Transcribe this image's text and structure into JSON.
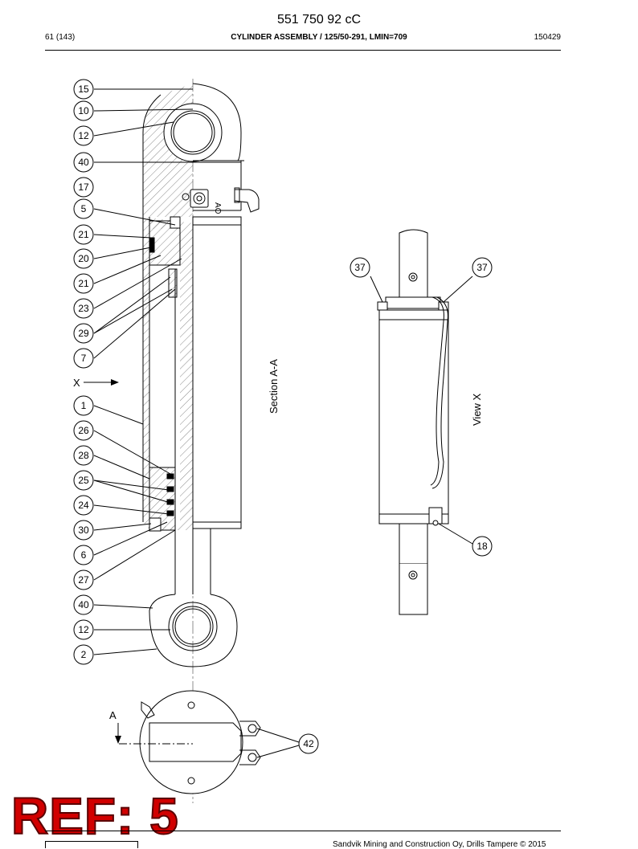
{
  "header": {
    "doc_number": "551 750 92 cC",
    "page": "61 (143)",
    "title": "CYLINDER ASSEMBLY / 125/50-291, LMIN=709",
    "date": "150429"
  },
  "drawing": {
    "section_label": "Section A-A",
    "view_label": "View X",
    "x_marker": "X",
    "a_marker": "A",
    "ao_marking": "AO",
    "left_callouts": [
      "15",
      "10",
      "12",
      "40",
      "17",
      "5",
      "21",
      "20",
      "21",
      "23",
      "29",
      "7",
      "1",
      "26",
      "28",
      "25",
      "24",
      "30",
      "6",
      "27",
      "40",
      "12",
      "2"
    ],
    "view_callouts": [
      "37",
      "37",
      "18"
    ],
    "bottom_callout": "42"
  },
  "watermark": {
    "text": "REF: 5"
  },
  "footer": {
    "copyright": "Sandvik Mining and Construction Oy, Drills Tampere © 2015"
  }
}
